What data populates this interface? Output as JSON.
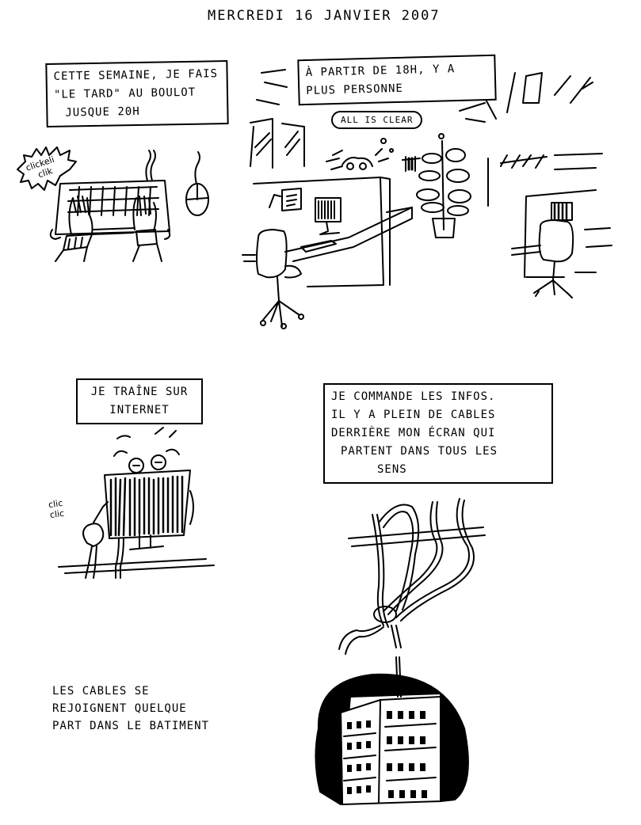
{
  "header": {
    "date": "MERCREDI 16 JANVIER 2007"
  },
  "panels": [
    {
      "id": "panel-1",
      "caption_lines": [
        "Cette semaine, je fais",
        "\"Le tard\" au boulot",
        "jusque 20H"
      ],
      "sound_effect": [
        "clickeli",
        "clik"
      ]
    },
    {
      "id": "panel-2",
      "caption_lines": [
        "À partir de 18H, y a",
        "plus personne"
      ],
      "thought": "All is clear"
    },
    {
      "id": "panel-3",
      "caption_lines": [
        "Je traîne sur",
        "internet"
      ],
      "sound_effect": [
        "clic",
        "clic"
      ]
    },
    {
      "id": "panel-4",
      "caption_lines": [
        "Je commande les infos.",
        "Il y a plein de cables",
        "derrière mon écran qui",
        "partent dans tous les",
        "sens"
      ]
    },
    {
      "id": "panel-5",
      "caption_lines": [
        "Les cables se",
        "rejoignent quelque",
        "part dans le batiment"
      ]
    }
  ],
  "colors": {
    "ink": "#000000",
    "paper": "#ffffff"
  }
}
